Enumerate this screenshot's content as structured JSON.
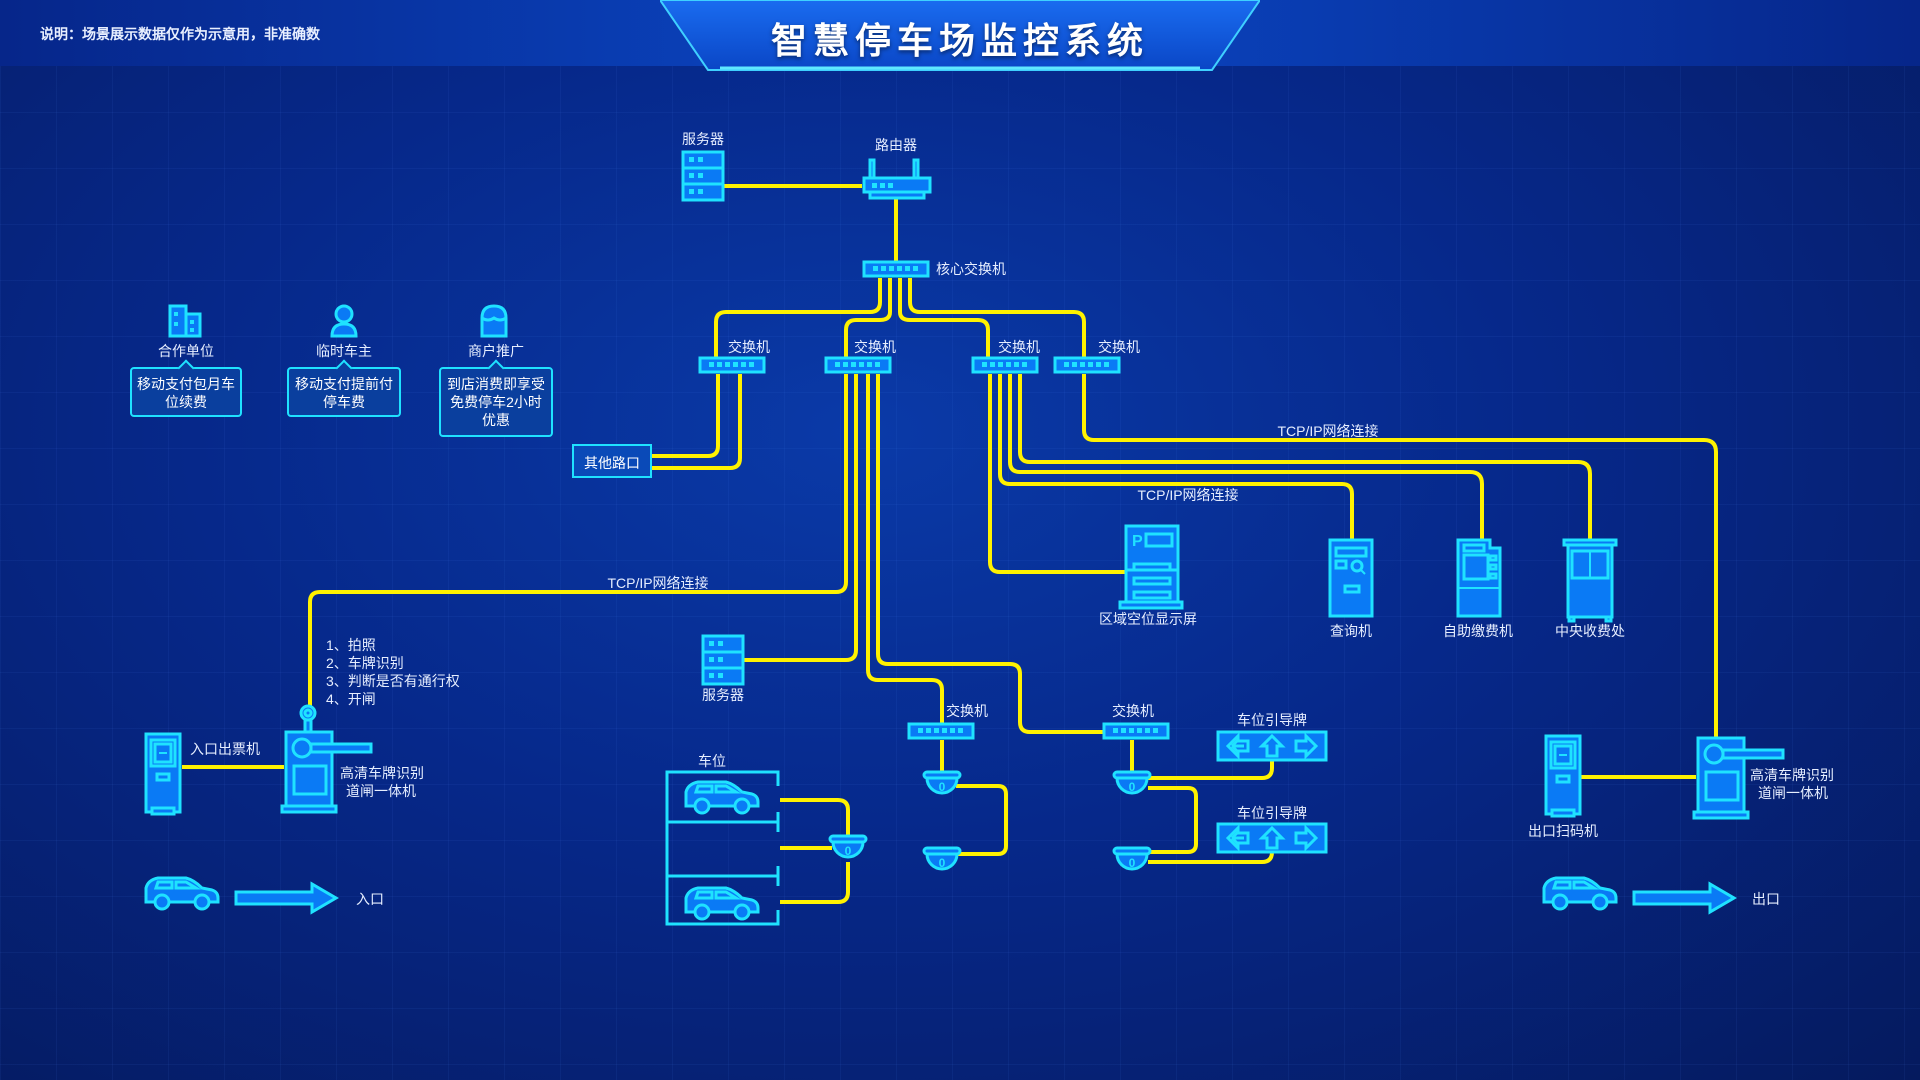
{
  "header": {
    "note": "说明：场景展示数据仅作为示意用，非准确数",
    "title": "智慧停车场监控系统"
  },
  "colors": {
    "background": "#06288a",
    "wire": "#fff200",
    "device_fill": "#0a7af5",
    "device_stroke": "#1fe2ff"
  },
  "users": [
    {
      "label": "合作单位",
      "icon": "building-icon",
      "desc": "移动支付包月车位续费"
    },
    {
      "label": "临时车主",
      "icon": "person-icon",
      "desc": "移动支付提前付停车费"
    },
    {
      "label": "商户推广",
      "icon": "shop-icon",
      "desc": "到店消费即享受免费停车2小时优惠"
    }
  ],
  "network": {
    "server_top": "服务器",
    "router": "路由器",
    "core_switch": "核心交换机",
    "switch": "交换机",
    "other_intersection": "其他路口",
    "server_mid": "服务器",
    "tcp_ip": "TCP/IP网络连接"
  },
  "devices": {
    "area_display": "区域空位显示屏",
    "query_machine": "查询机",
    "self_payment": "自助缴费机",
    "central_toll": "中央收费处",
    "parking_space": "车位",
    "guide_sign": "车位引导牌",
    "entry_ticket": "入口出票机",
    "exit_scanner": "出口扫码机",
    "gate_line1": "高清车牌识别",
    "gate_line2": "道闸一体机"
  },
  "process_steps": [
    "1、拍照",
    "2、车牌识别",
    "3、判断是否有通行权",
    "4、开闸"
  ],
  "flow": {
    "entrance": "入口",
    "exit": "出口"
  }
}
